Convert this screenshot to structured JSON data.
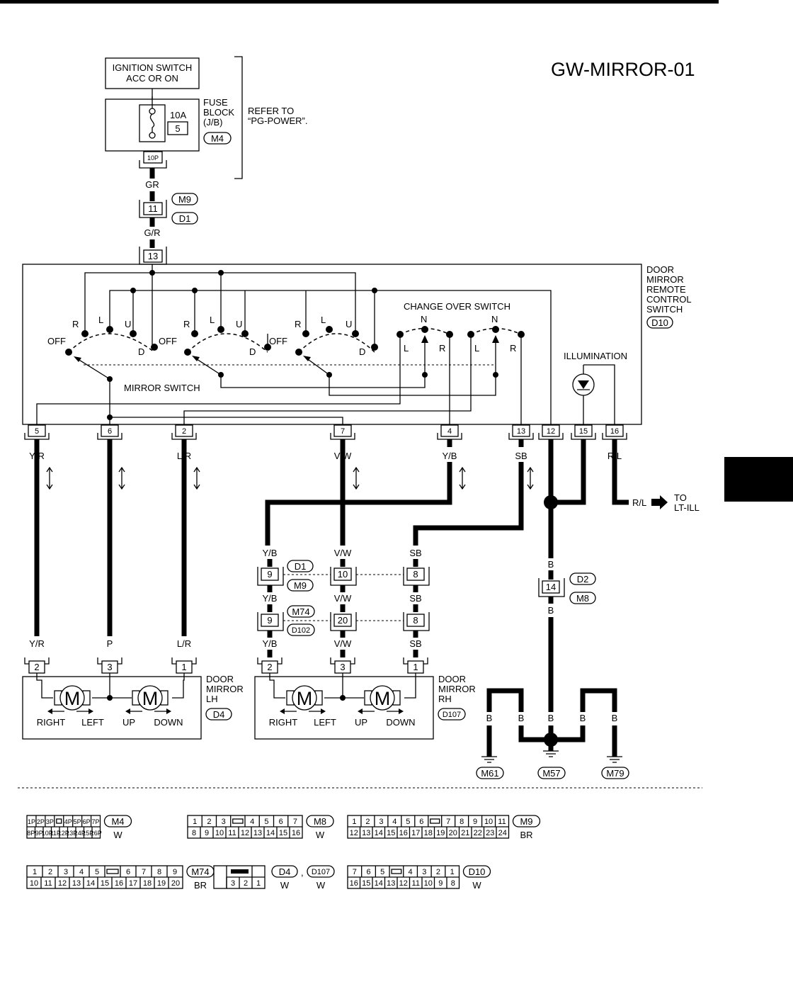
{
  "diagram_id": "GW-MIRROR-01",
  "power": {
    "ignition_line1": "IGNITION SWITCH",
    "ignition_line2": "ACC OR ON",
    "fuse_rating": "10A",
    "fuse_number": "5",
    "fuse_block_lines": [
      "FUSE",
      "BLOCK",
      "(J/B)"
    ],
    "fuse_block_connector": "M4",
    "fuse_block_terminal": "10P",
    "refer_line1": "REFER TO",
    "refer_line2": "“PG-POWER”.",
    "wire_gr": "GR",
    "mid_terminal": "11",
    "mid_connectors": [
      "M9",
      "D1"
    ],
    "wire_gr2": "G/R",
    "switch_terminal": "13"
  },
  "switch_unit": {
    "name_lines": [
      "DOOR",
      "MIRROR",
      "REMOTE",
      "CONTROL",
      "SWITCH"
    ],
    "connector": "D10",
    "change_over_label": "CHANGE OVER SWITCH",
    "mirror_switch_label": "MIRROR SWITCH",
    "illumination_label": "ILLUMINATION",
    "pos_r": "R",
    "pos_l": "L",
    "pos_u": "U",
    "pos_d": "D",
    "pos_off": "OFF",
    "pos_n": "N",
    "terminals": [
      {
        "num": "5",
        "wire": "Y/R"
      },
      {
        "num": "6",
        "wire": "P"
      },
      {
        "num": "2",
        "wire": "L/R"
      },
      {
        "num": "7",
        "wire": "V/W"
      },
      {
        "num": "4",
        "wire": "Y/B"
      },
      {
        "num": "13",
        "wire": "SB"
      },
      {
        "num": "12",
        "wire": "B"
      },
      {
        "num": "15",
        "wire": "B"
      },
      {
        "num": "16",
        "wire": "R/L"
      }
    ]
  },
  "to_lt_ill": {
    "wire": "R/L",
    "line1": "TO",
    "line2": "LT-ILL"
  },
  "rh_harness": {
    "row1": {
      "wires": [
        "Y/B",
        "V/W",
        "SB"
      ],
      "terminals": [
        "9",
        "10",
        "8"
      ],
      "connectors": [
        "D1",
        "M9"
      ]
    },
    "row2": {
      "wires": [
        "Y/B",
        "V/W",
        "SB"
      ],
      "terminals": [
        "9",
        "20",
        "8"
      ],
      "connectors": [
        "M74",
        "D102"
      ]
    },
    "row3_wires": [
      "Y/B",
      "V/W",
      "SB"
    ]
  },
  "lh_wires": [
    "Y/R",
    "P",
    "L/R"
  ],
  "ground_harness": {
    "wire_top": "B",
    "terminal": "14",
    "connectors": [
      "D2",
      "M8"
    ],
    "wire_bottom": "B"
  },
  "mirror_lh": {
    "name_lines": [
      "DOOR",
      "MIRROR",
      "LH"
    ],
    "connector": "D4",
    "terminals": [
      "2",
      "3",
      "1"
    ],
    "motor": "M",
    "dirs": [
      "RIGHT",
      "LEFT",
      "UP",
      "DOWN"
    ]
  },
  "mirror_rh": {
    "name_lines": [
      "DOOR",
      "MIRROR",
      "RH"
    ],
    "connector": "D107",
    "terminals": [
      "2",
      "3",
      "1"
    ],
    "motor": "M",
    "dirs": [
      "RIGHT",
      "LEFT",
      "UP",
      "DOWN"
    ]
  },
  "grounds": {
    "wire": "B",
    "points": [
      "M61",
      "M57",
      "M79"
    ]
  },
  "connector_views": [
    {
      "id": "M4",
      "color": "W",
      "top": [
        "1P",
        "2P",
        "3P",
        "",
        "4P",
        "5P",
        "6P",
        "7P"
      ],
      "bottom": [
        "8P",
        "9P",
        "10P",
        "11P",
        "12P",
        "13P",
        "14P",
        "15P",
        "16P"
      ]
    },
    {
      "id": "M8",
      "color": "W",
      "top": [
        "1",
        "2",
        "3",
        "",
        "4",
        "5",
        "6",
        "7"
      ],
      "bottom": [
        "8",
        "9",
        "10",
        "11",
        "12",
        "13",
        "14",
        "15",
        "16"
      ]
    },
    {
      "id": "M9",
      "color": "BR",
      "top": [
        "1",
        "2",
        "3",
        "4",
        "5",
        "6",
        "",
        "7",
        "8",
        "9",
        "10",
        "11"
      ],
      "bottom": [
        "12",
        "13",
        "14",
        "15",
        "16",
        "17",
        "18",
        "19",
        "20",
        "21",
        "22",
        "23",
        "24"
      ]
    },
    {
      "id": "M74",
      "color": "BR",
      "top": [
        "1",
        "2",
        "3",
        "4",
        "5",
        "",
        "6",
        "7",
        "8",
        "9"
      ],
      "bottom": [
        "10",
        "11",
        "12",
        "13",
        "14",
        "15",
        "16",
        "17",
        "18",
        "19",
        "20"
      ]
    },
    {
      "id": "D4",
      "id2": "D107",
      "sep": ",",
      "color": "W",
      "color2": "W",
      "top": [
        ""
      ],
      "bottom": [
        "",
        "3",
        "2",
        "1"
      ]
    },
    {
      "id": "D10",
      "color": "W",
      "top": [
        "7",
        "6",
        "5",
        "",
        "4",
        "3",
        "2",
        "1"
      ],
      "bottom": [
        "16",
        "15",
        "14",
        "13",
        "12",
        "11",
        "10",
        "9",
        "8"
      ]
    }
  ]
}
